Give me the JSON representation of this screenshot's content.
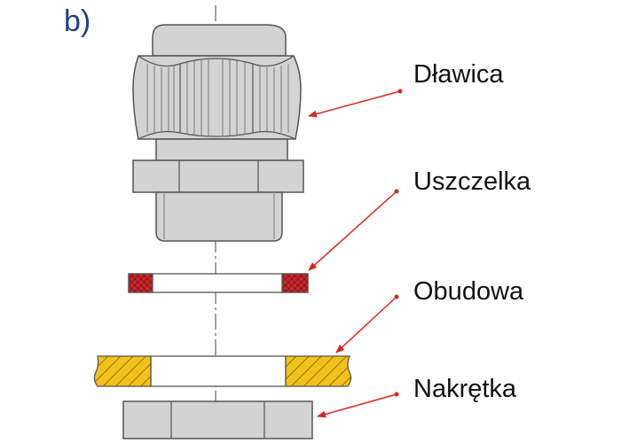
{
  "panel_label": "b)",
  "labels": {
    "gland": "Dławica",
    "seal": "Uszczelka",
    "housing": "Obudowa",
    "nut": "Nakrętka"
  },
  "colors": {
    "panel_label": "#1f3f8f",
    "label_text": "#111111",
    "arrow": "#d9261c",
    "part_fill": "#d3d3d3",
    "outline": "#555555",
    "seal_fill": "#c8262a",
    "housing_fill": "#f2c21a",
    "axis": "#666666"
  }
}
